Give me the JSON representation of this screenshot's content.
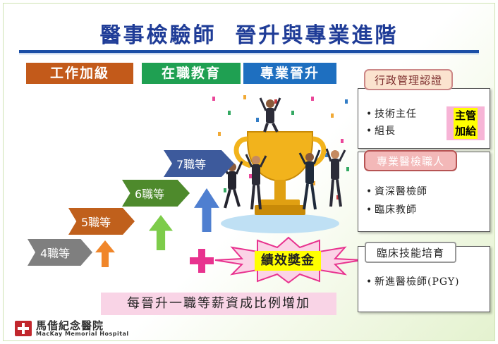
{
  "title": "醫事檢驗師  晉升與專業進階",
  "tags": {
    "work": "工作加級",
    "edu": "在職教育",
    "pro": "專業晉升"
  },
  "steps": {
    "s4": "4職等",
    "s5": "5職等",
    "s6": "6職等",
    "s7": "7職等"
  },
  "bonus": "績效獎金",
  "footer": "每晉升一職等薪資成比例增加",
  "panels": {
    "admin": {
      "title": "行政管理認證",
      "items": [
        "技術主任",
        "組長"
      ],
      "badge_line1": "主管",
      "badge_line2": "加給"
    },
    "pro": {
      "title": "專業醫檢職人",
      "items": [
        "資深醫檢師",
        "臨床教師"
      ]
    },
    "clinical": {
      "title": "臨床技能培育",
      "items": [
        "新進醫檢師(PGY)"
      ]
    }
  },
  "logo": {
    "chinese": "馬偕紀念醫院",
    "english": "MacKay  Memorial  Hospital"
  },
  "colors": {
    "title": "#1f3c97",
    "work": "#c35a1a",
    "edu": "#1fa052",
    "pro": "#1e6fc0",
    "bonus_bg": "#ffff00",
    "footer_bg": "#f9d4e6",
    "plus": "#e8338f",
    "star_border": "#e8338f"
  },
  "icons": [
    "trophy-illustration",
    "up-arrow-icon",
    "plus-icon",
    "burst-star-shape",
    "hospital-cross-icon"
  ]
}
